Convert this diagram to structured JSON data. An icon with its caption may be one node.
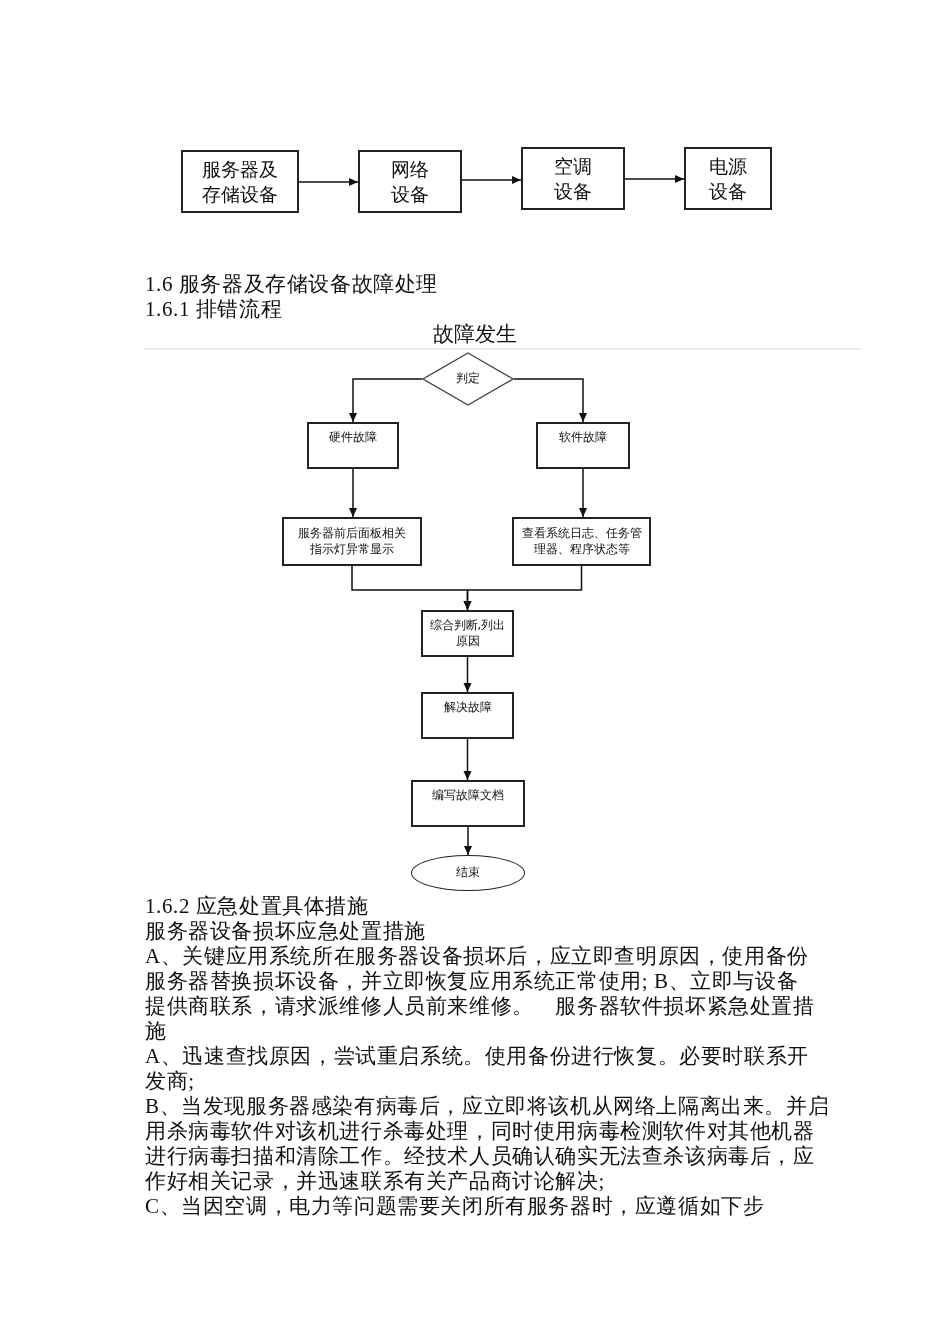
{
  "diagram": {
    "nodes": [
      {
        "text": [
          "服务器及存储设备"
        ]
      },
      {
        "text": [
          "网络设备"
        ]
      },
      {
        "text": [
          "空调设备"
        ]
      },
      {
        "text": [
          "电源设备"
        ]
      },
      {
        "text": [
          "判定"
        ]
      },
      {
        "text": [
          "硬件故障"
        ]
      },
      {
        "text": [
          "软件故障"
        ]
      },
      {
        "text": [
          "服务器前后面板相关指示灯异常显示"
        ]
      },
      {
        "text": [
          "查看系统日志、任务管理器、程序状态等"
        ]
      },
      {
        "text": [
          "综合判断,列出原因"
        ]
      },
      {
        "text": [
          "解决故障"
        ]
      },
      {
        "text": [
          "编写故障文档"
        ]
      },
      {
        "text": [
          "结束"
        ]
      }
    ],
    "edges": [
      {
        "from": 0,
        "to": 1,
        "arrow": "to"
      },
      {
        "from": 1,
        "to": 2,
        "arrow": "to"
      },
      {
        "from": 2,
        "to": 3,
        "arrow": "to"
      },
      {
        "from": 4,
        "to": 5,
        "arrow": "to"
      },
      {
        "from": 4,
        "to": 6,
        "arrow": "to"
      },
      {
        "from": 5,
        "to": 7,
        "arrow": "to"
      },
      {
        "from": 6,
        "to": 8,
        "arrow": "to"
      },
      {
        "from": 7,
        "to": 9,
        "arrow": "to"
      },
      {
        "from": 8,
        "to": 9,
        "arrow": "to"
      },
      {
        "from": 9,
        "to": 10,
        "arrow": "to"
      },
      {
        "from": 10,
        "to": 11,
        "arrow": "to"
      },
      {
        "from": 11,
        "to": 12,
        "arrow": "to"
      }
    ],
    "labels": [
      "1.6 服务器及存储设备故障处理",
      "1.6.1 排错流程",
      "故障发生",
      "1.6.2 应急处置具体措施",
      "服务器设备损坏应急处置措施",
      "A、关键应用系统所在服务器设备损坏后，应立即查明原因，使用备份服务器替换损坏设备，并立即恢复应用系统正常使用; B、立即与设备提供商联系，请求派维修人员前来维修。　服务器软件损坏紧急处置措施",
      "A、迅速查找原因，尝试重启系统。使用备份进行恢复。必要时联系开发商;",
      "B、当发现服务器感染有病毒后，应立即将该机从网络上隔离出来。并启用杀病毒软件对该机进行杀毒处理，同时使用病毒检测软件对其他机器进行病毒扫描和清除工作。经技术人员确认确实无法查杀该病毒后，应作好相关记录，并迅速联系有关产品商讨论解决;",
      "C、当因空调，电力等问题需要关闭所有服务器时，应遵循如下步"
    ]
  }
}
